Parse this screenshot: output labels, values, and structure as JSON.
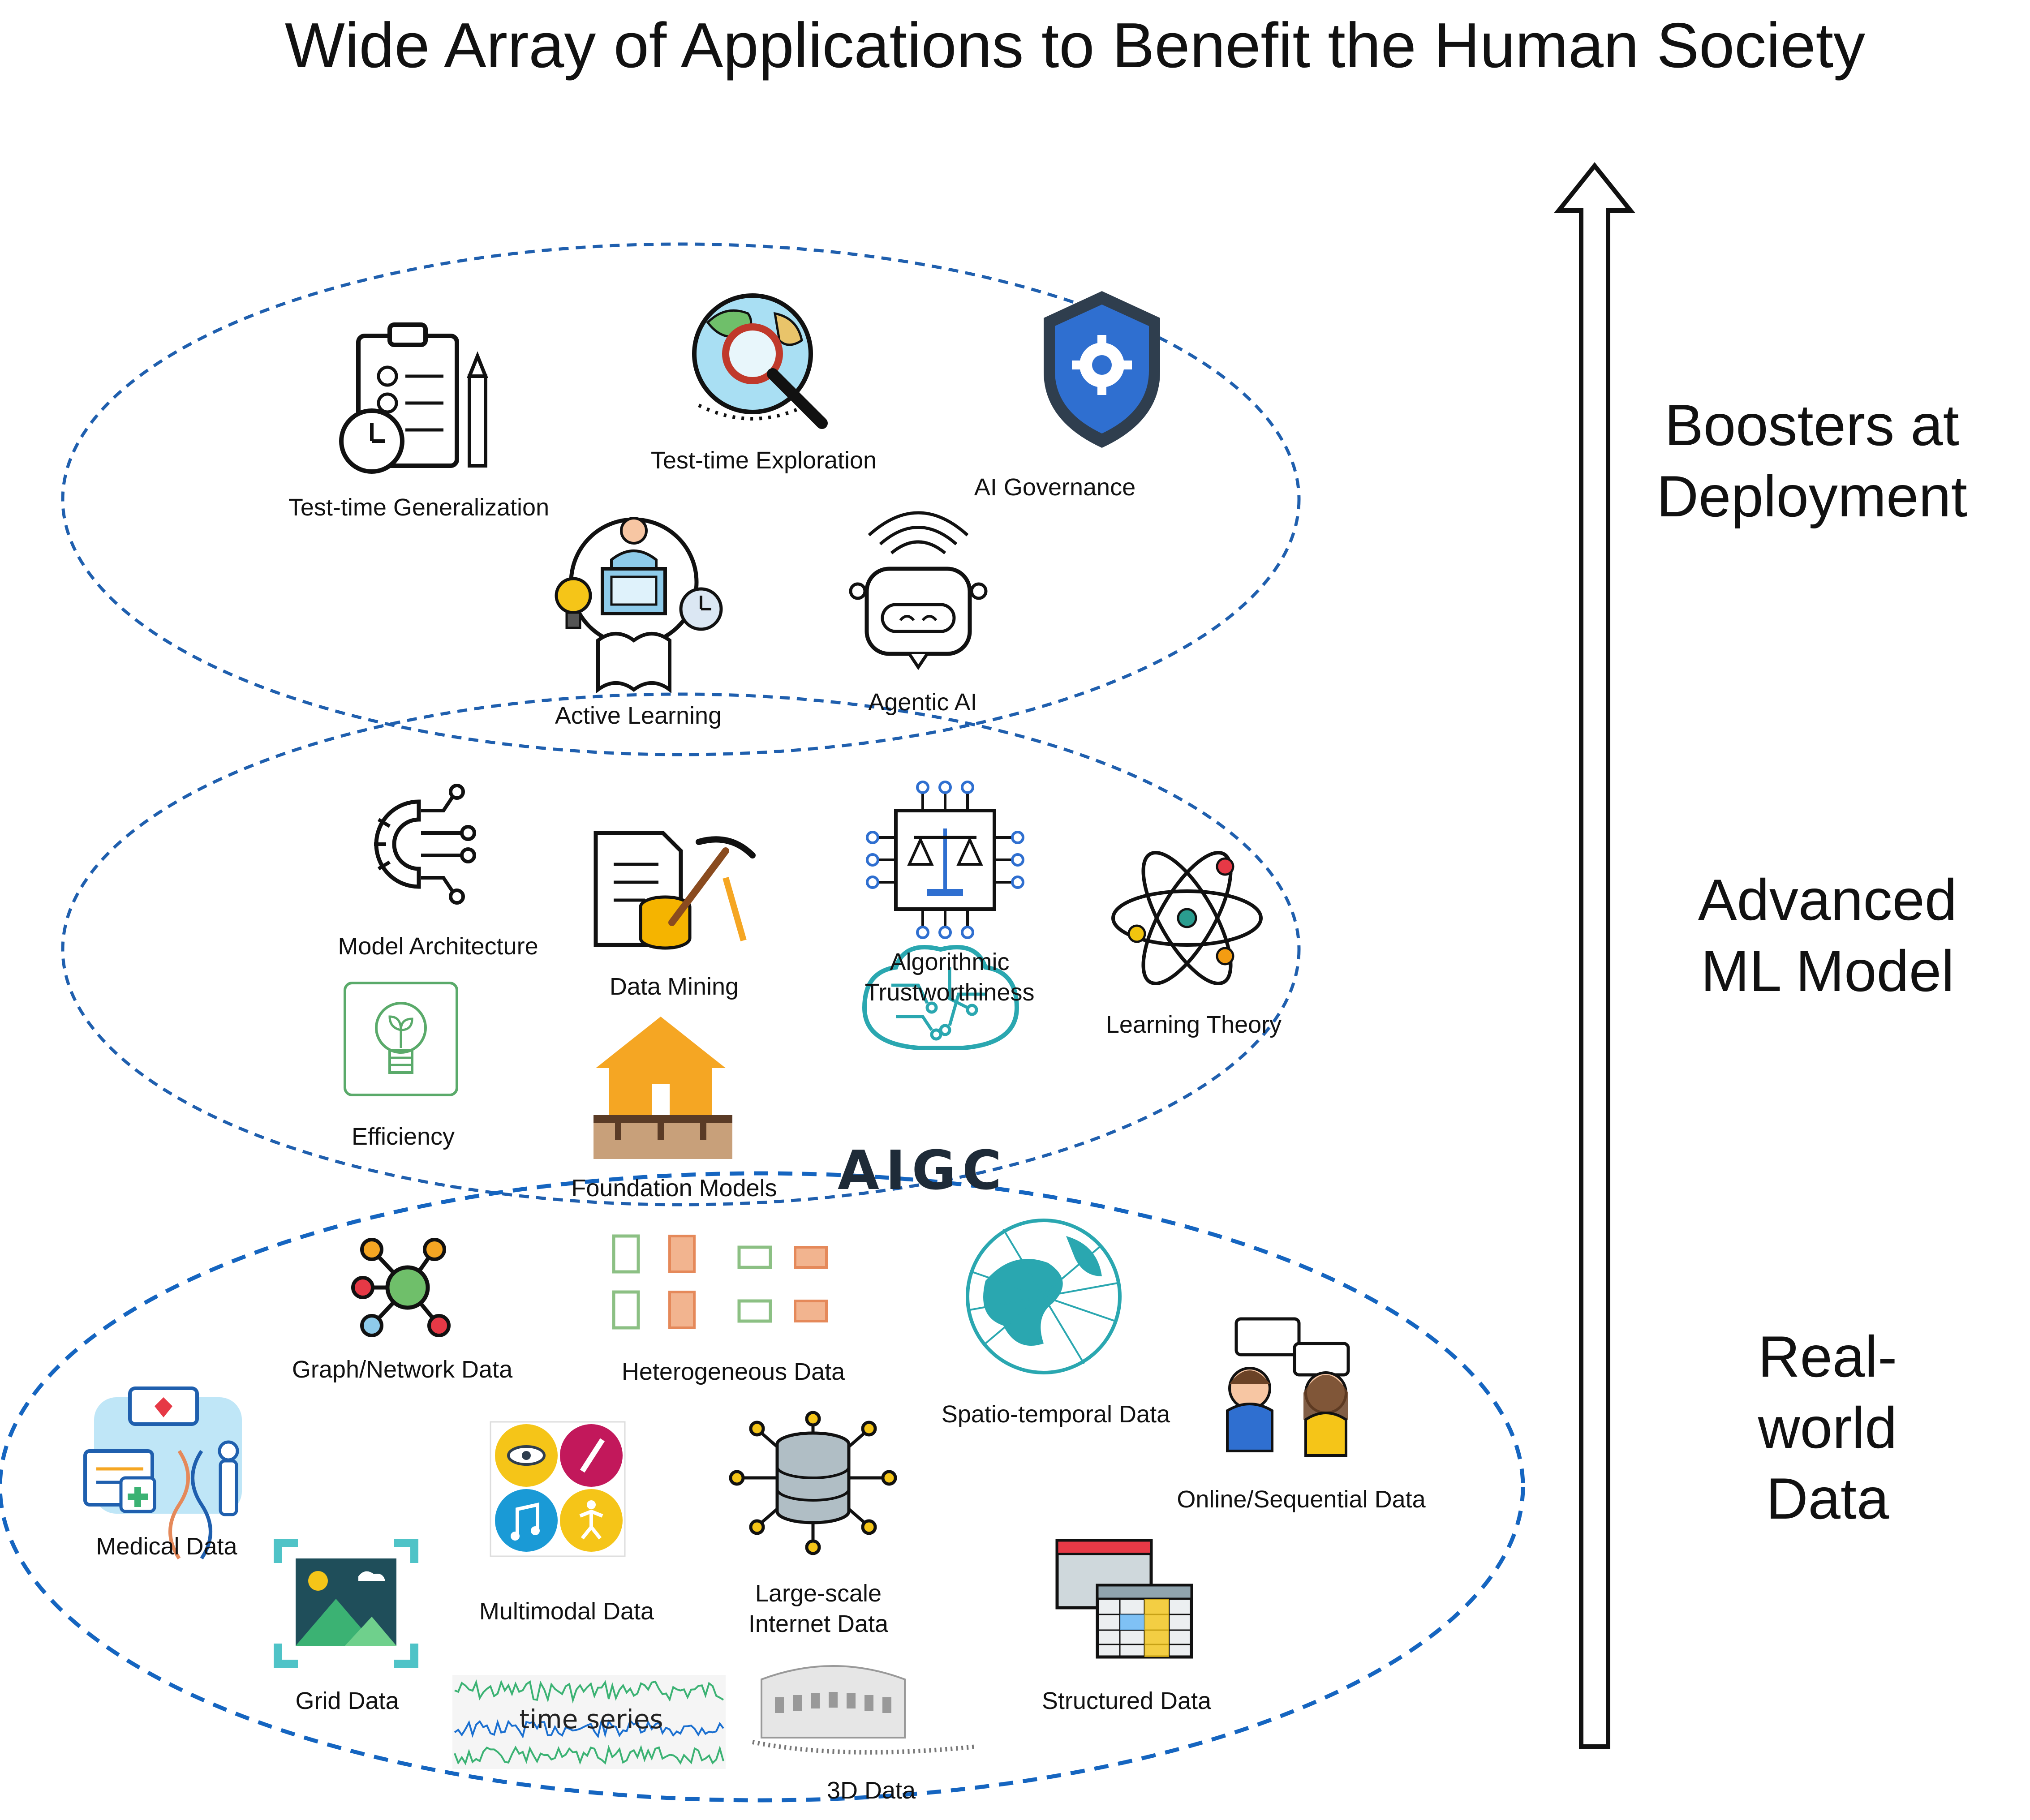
{
  "title": "Wide Array of Applications to Benefit the Human Society",
  "tiers": {
    "deployment": "Boosters at\nDeployment",
    "model": "Advanced\nML Model",
    "data": "Real-world\nData"
  },
  "deployment_items": {
    "test_time_generalization": "Test-time Generalization",
    "test_time_exploration": "Test-time Exploration",
    "ai_governance": "AI Governance",
    "active_learning": "Active Learning",
    "agentic_ai": "Agentic AI"
  },
  "model_items": {
    "model_architecture": "Model Architecture",
    "data_mining": "Data Mining",
    "algorithmic_trustworthiness": "Algorithmic\nTrustworthiness",
    "learning_theory": "Learning Theory",
    "efficiency": "Efficiency",
    "foundation_models": "Foundation Models",
    "aigc": "AIGC"
  },
  "data_items": {
    "graph_network": "Graph/Network Data",
    "heterogeneous": "Heterogeneous Data",
    "spatio_temporal": "Spatio-temporal Data",
    "medical": "Medical Data",
    "multimodal": "Multimodal Data",
    "large_scale_internet": "Large-scale\nInternet Data",
    "online_sequential": "Online/Sequential Data",
    "grid": "Grid Data",
    "structured": "Structured Data",
    "time_series": "time series",
    "three_d": "3D Data"
  },
  "colors": {
    "ellipse_stroke": "#1f5fae",
    "ellipse_data_stroke": "#1565c0",
    "arrow": "#111111",
    "governance_blue": "#2f6fd0",
    "foundation_orange": "#f5a623",
    "teal": "#2aa7b0"
  }
}
